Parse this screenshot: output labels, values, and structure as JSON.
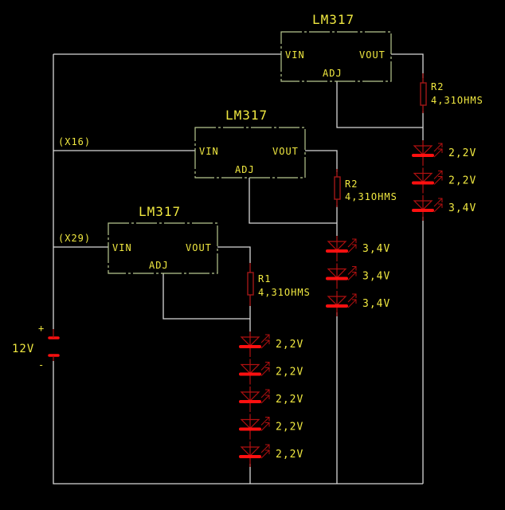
{
  "diagram": {
    "type": "LED driver schematic",
    "supply": {
      "label": "12V",
      "plus": "+",
      "minus": "-"
    },
    "regulators": [
      {
        "title": "LM317",
        "vin": "VIN",
        "vout": "VOUT",
        "adj": "ADJ",
        "mult_label": ""
      },
      {
        "title": "LM317",
        "vin": "VIN",
        "vout": "VOUT",
        "adj": "ADJ",
        "mult_label": "(X16)"
      },
      {
        "title": "LM317",
        "vin": "VIN",
        "vout": "VOUT",
        "adj": "ADJ",
        "mult_label": "(X29)"
      }
    ],
    "resistors": [
      {
        "name": "R2",
        "value": "4,31OHMS"
      },
      {
        "name": "R2",
        "value": "4,31OHMS"
      },
      {
        "name": "R1",
        "value": "4,31OHMS"
      }
    ],
    "led_strings": [
      [
        "2,2V",
        "2,2V",
        "3,4V"
      ],
      [
        "3,4V",
        "3,4V",
        "3,4V"
      ],
      [
        "2,2V",
        "2,2V",
        "2,2V",
        "2,2V",
        "2,2V"
      ]
    ],
    "colors": {
      "background": "#000000",
      "wire": "#d8d8d8",
      "label": "#f0e840",
      "component": "#b01010",
      "cathode": "#ff1010",
      "box": "#b8c890"
    }
  }
}
